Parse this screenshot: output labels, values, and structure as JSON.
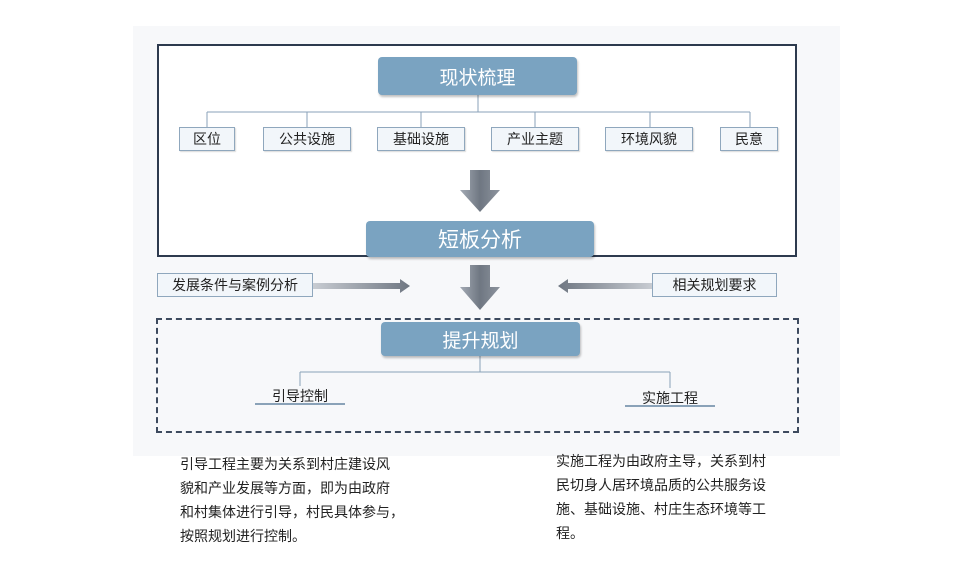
{
  "diagram": {
    "top_title": "现状梳理",
    "top_items": [
      "区位",
      "公共设施",
      "基础设施",
      "产业主题",
      "环境风貌",
      "民意"
    ],
    "middle_title": "短板分析",
    "left_input": "发展条件与案例分析",
    "right_input": "相关规划要求",
    "bottom_title": "提升规划",
    "bottom_items": [
      "引导控制",
      "实施工程"
    ],
    "left_description": [
      "引导工程主要为关系到村庄建设风",
      "貌和产业发展等方面，即为由政府",
      "和村集体进行引导，村民具体参与，",
      "按照规划进行控制。"
    ],
    "right_description": [
      "实施工程为由政府主导，关系到村",
      "民切身人居环境品质的公共服务设",
      "施、基础设施、村庄生态环境等工",
      "程。"
    ],
    "colors": {
      "title_box": "#7aa3c1",
      "frame": "#2d3a4e",
      "arrow": "#7f8691",
      "connector": "#8aa2b8"
    }
  }
}
